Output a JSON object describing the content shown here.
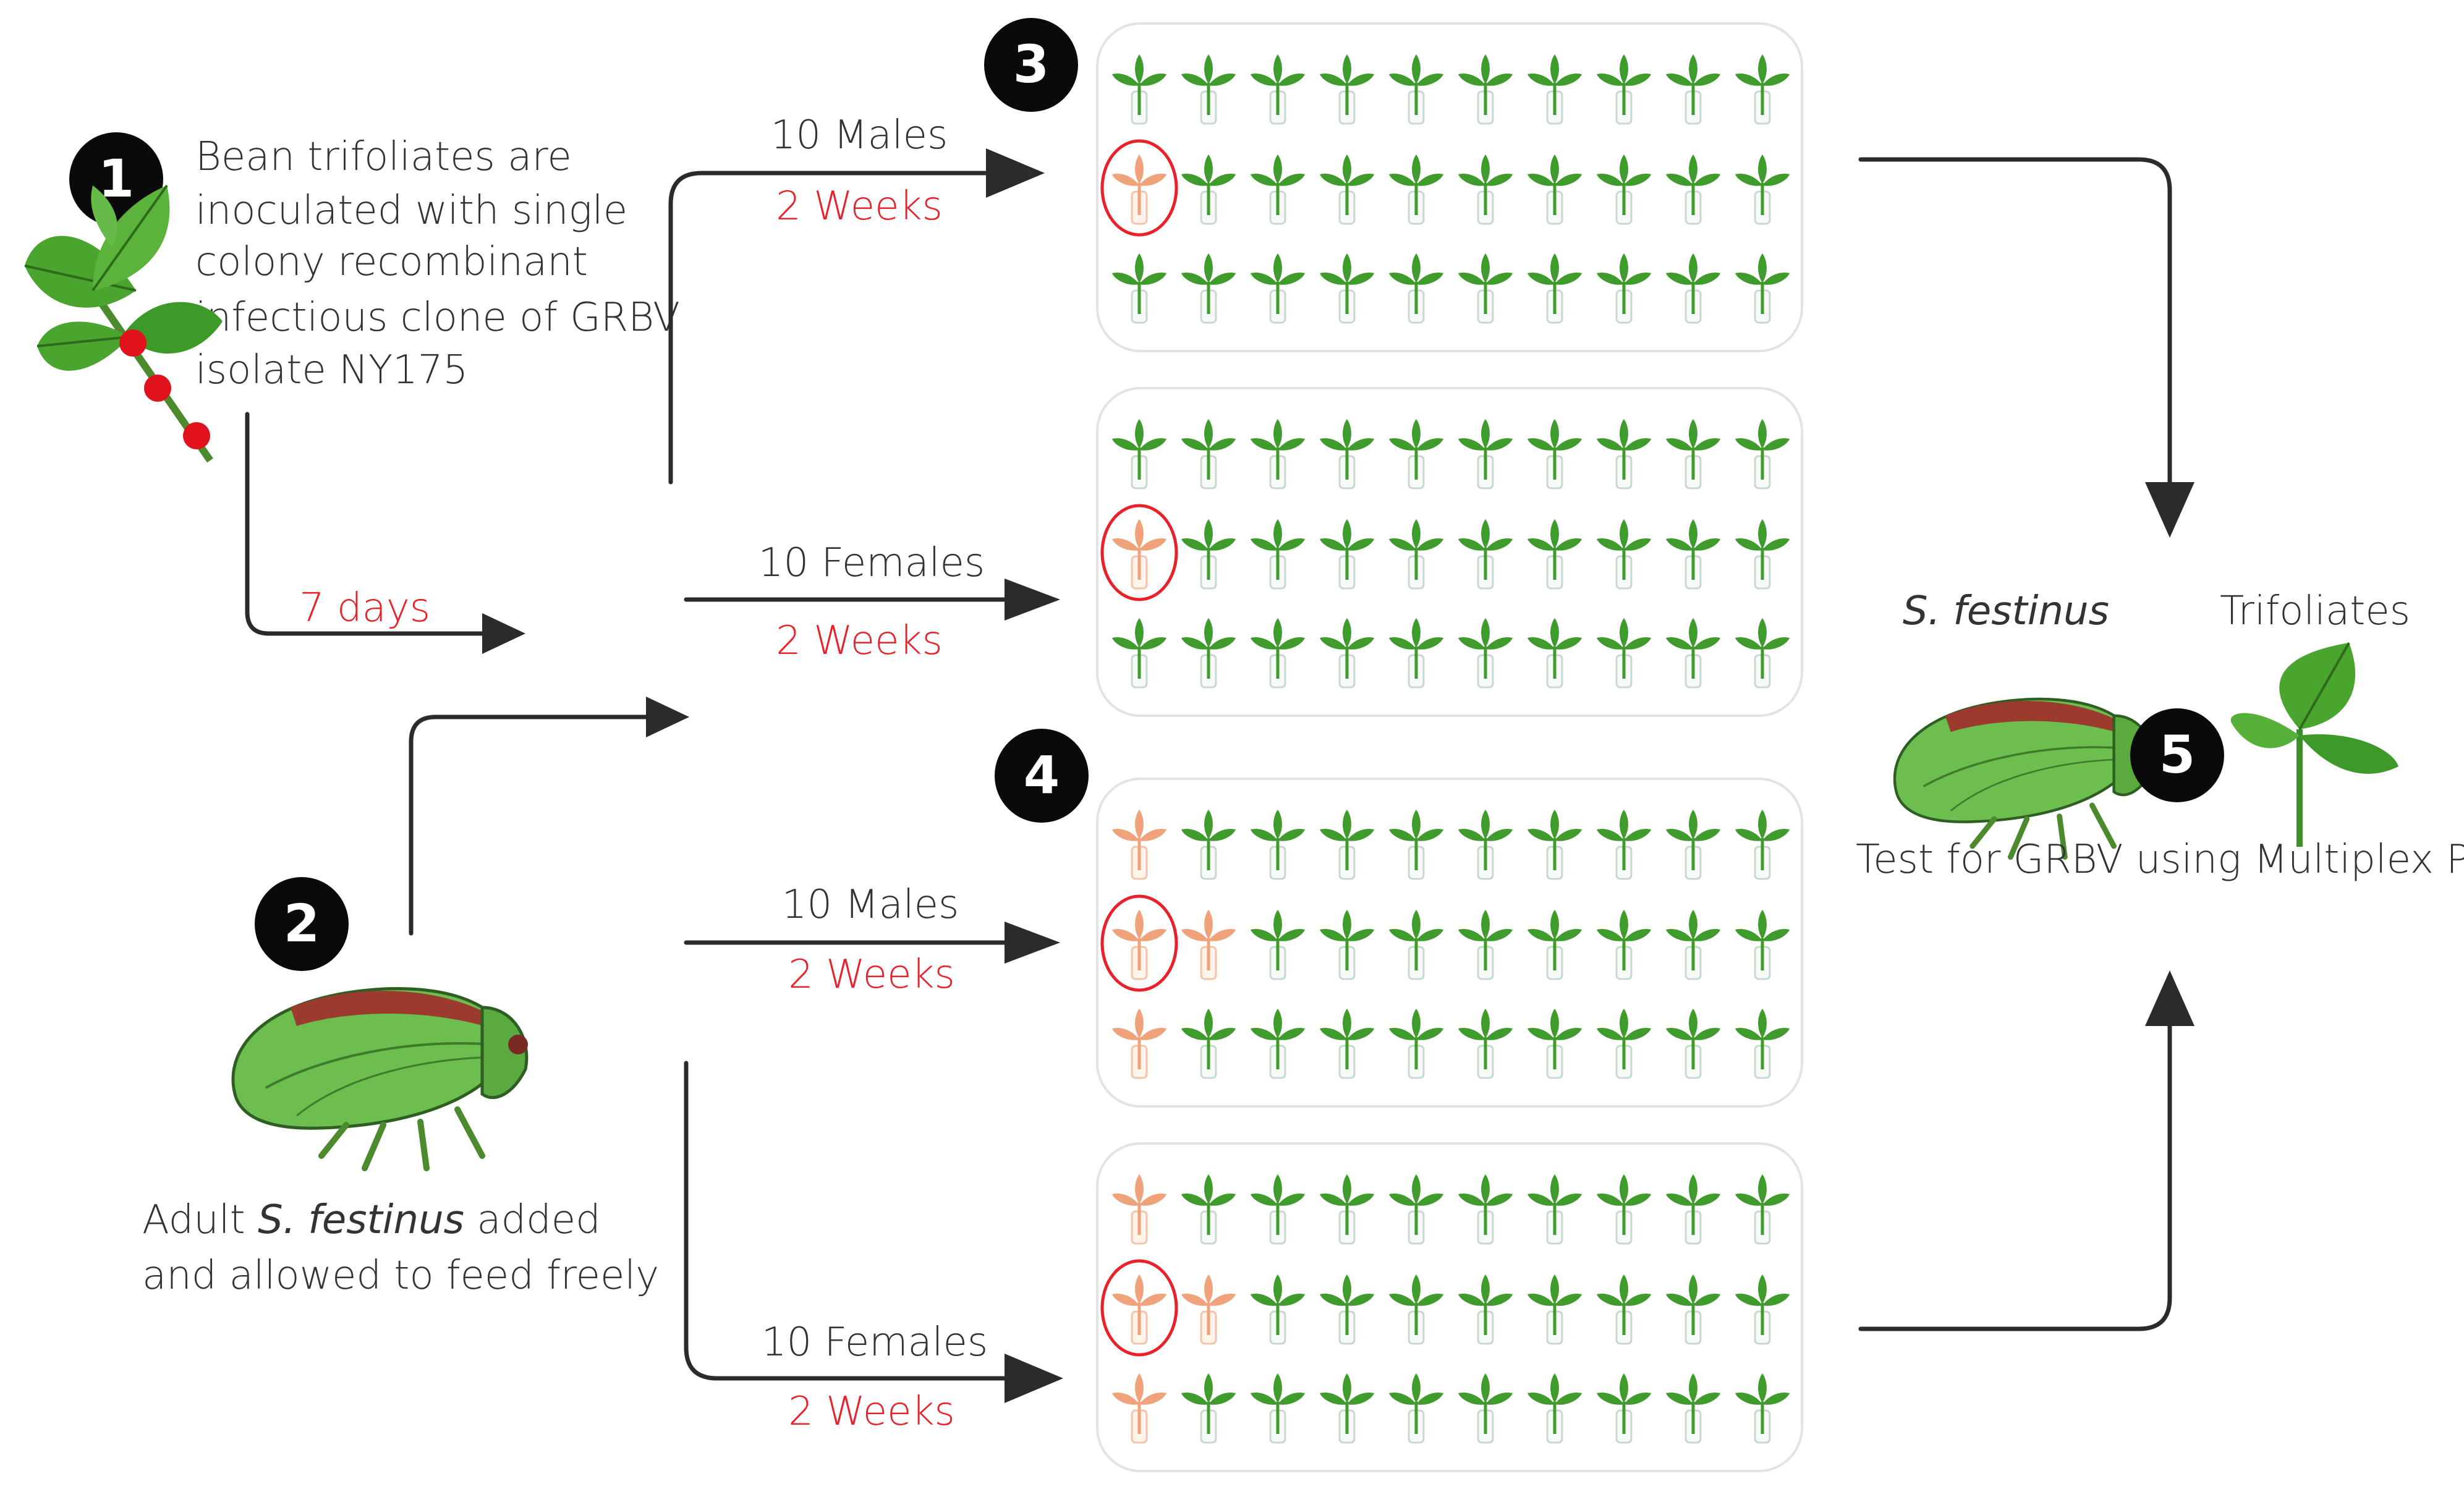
{
  "step1": {
    "number": "1",
    "text_lines": [
      "Bean trifoliates are",
      "inoculated with single",
      "colony recombinant",
      "infectious clone of GRBV",
      "isolate NY175"
    ],
    "delay": "7 days"
  },
  "step2": {
    "number": "2",
    "line1_pre": "Adult ",
    "line1_species": "S. festinus",
    "line1_post": " added",
    "line2": "and allowed to feed freely"
  },
  "step3": {
    "number": "3"
  },
  "step4": {
    "number": "4"
  },
  "step5": {
    "number": "5",
    "insect_label": "S. festinus",
    "plant_label": "Trifoliates",
    "test_text": "Test for GRBV using Multiplex PCR"
  },
  "branches": [
    {
      "sex": "10 Males",
      "duration": "2 Weeks"
    },
    {
      "sex": "10 Females",
      "duration": "2 Weeks"
    },
    {
      "sex": "10 Males",
      "duration": "2 Weeks"
    },
    {
      "sex": "10 Females",
      "duration": "2 Weeks"
    }
  ],
  "panels": [
    {
      "infected": [
        [
          1,
          0
        ]
      ],
      "circled": [
        [
          1,
          0
        ]
      ]
    },
    {
      "infected": [
        [
          1,
          0
        ]
      ],
      "circled": [
        [
          1,
          0
        ]
      ]
    },
    {
      "infected": [
        [
          0,
          0
        ],
        [
          1,
          0
        ],
        [
          1,
          1
        ],
        [
          2,
          0
        ]
      ],
      "circled": [
        [
          1,
          0
        ]
      ]
    },
    {
      "infected": [
        [
          0,
          0
        ],
        [
          1,
          0
        ],
        [
          1,
          1
        ],
        [
          2,
          0
        ]
      ],
      "circled": [
        [
          1,
          0
        ]
      ]
    }
  ],
  "colors": {
    "accent_red": "#e8212a",
    "healthy_leaf": "#3f9b2b",
    "infected_leaf": "#f0a27a",
    "insect_body": "#6cbf4f",
    "insect_stripe": "#9b3b2e",
    "badge": "#0a0a0a"
  },
  "icons": [
    "trifoliate-branch-icon",
    "leafhopper-icon",
    "potted-trifoliate-icon",
    "arrow-icon"
  ]
}
